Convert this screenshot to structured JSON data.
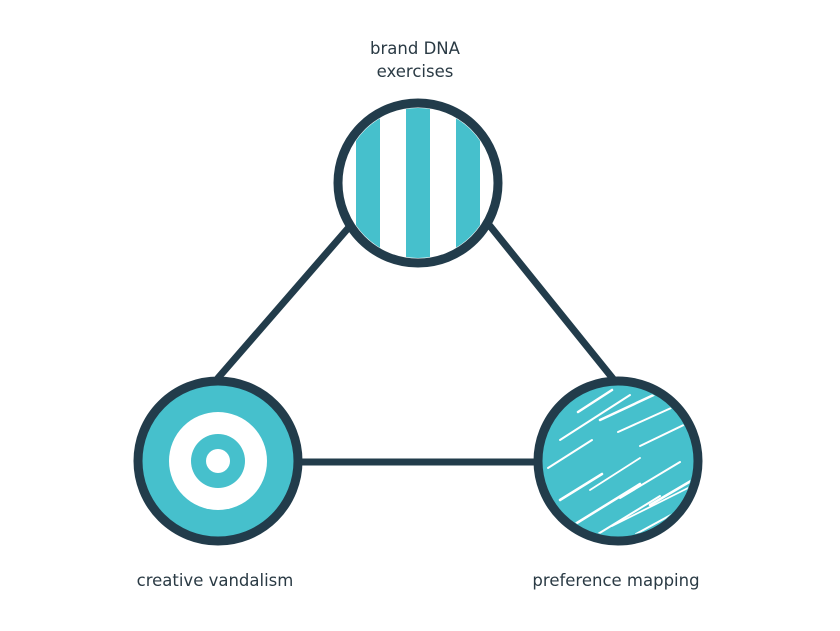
{
  "nodes": {
    "top": {
      "label_line1": "brand DNA",
      "label_line2": "exercises",
      "icon": "striped-circle-icon"
    },
    "left": {
      "label": "creative vandalism",
      "icon": "target-circle-icon"
    },
    "right": {
      "label": "preference mapping",
      "icon": "hatched-circle-icon"
    }
  },
  "colors": {
    "outline": "#223c4b",
    "accent": "#46c0cc",
    "background": "#ffffff",
    "text": "#2a3a44"
  }
}
